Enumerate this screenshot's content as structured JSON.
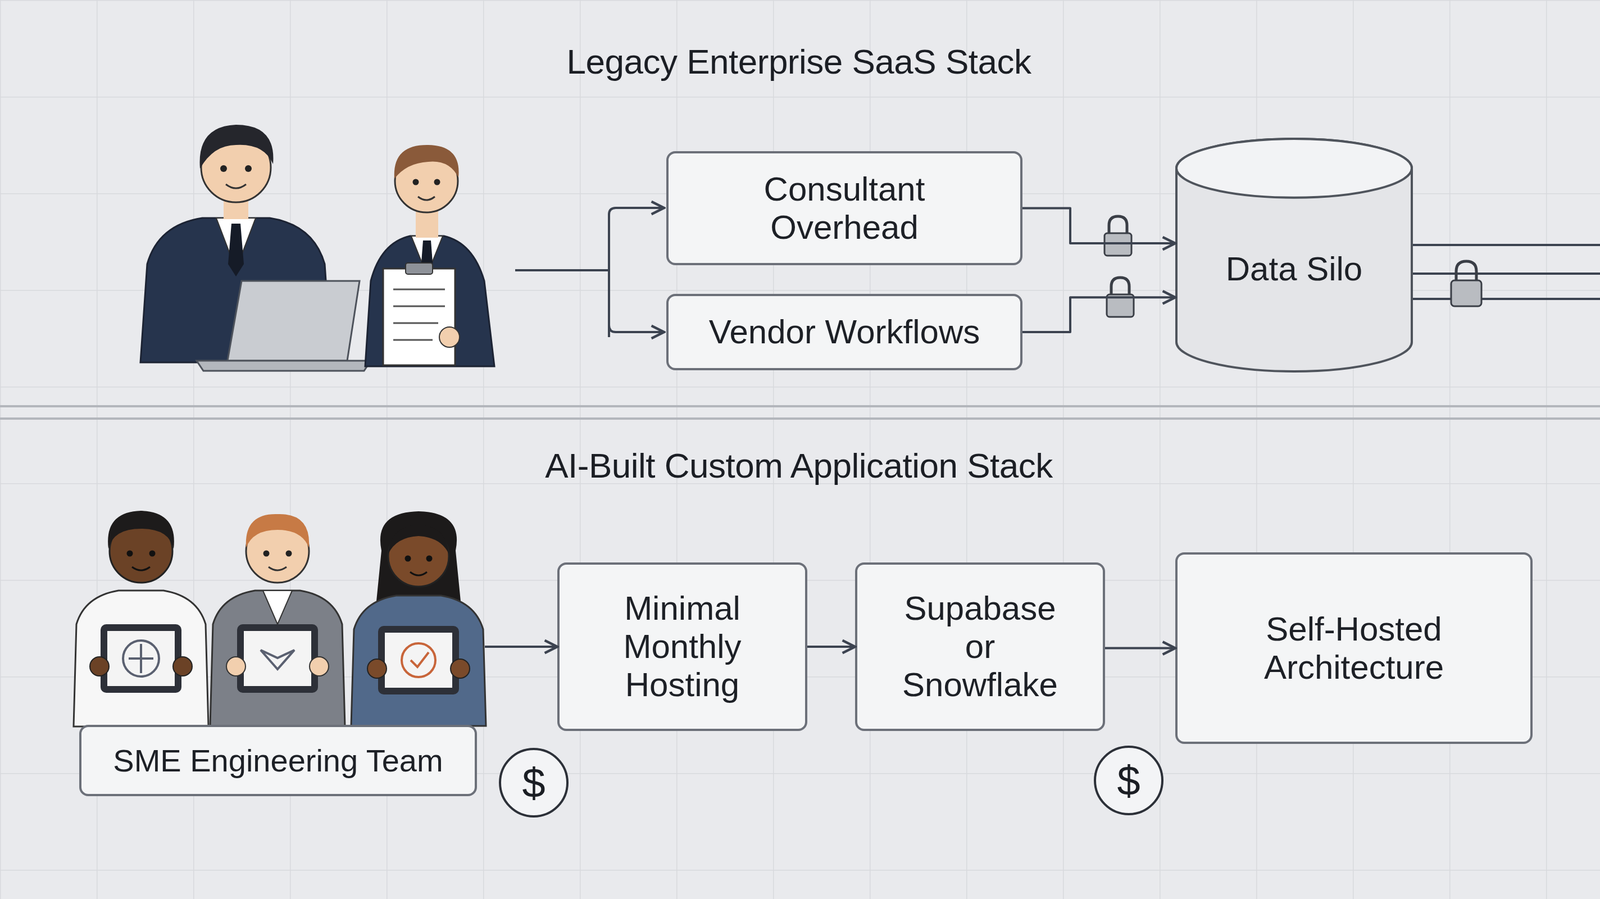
{
  "diagram": {
    "title": "Legacy Enterprise SaaS Stack",
    "nodes": [
      {
        "text": [
          "Consultant Overhead"
        ]
      },
      {
        "text": [
          "Vendor Workflows"
        ]
      },
      {
        "text": [
          "Data Silo"
        ]
      },
      {
        "text": [
          "SME Engineering Team"
        ]
      },
      {
        "text": [
          "Minimal Monthly Hosting"
        ]
      },
      {
        "text": [
          "Supabase or Snowflake"
        ]
      },
      {
        "text": [
          "Self-Hosted Architecture"
        ]
      }
    ],
    "edges": [
      {
        "from": 0,
        "to": 2,
        "arrow": "to"
      },
      {
        "from": 1,
        "to": 2,
        "arrow": "to"
      },
      {
        "from": 3,
        "to": 4,
        "arrow": "to"
      },
      {
        "from": 4,
        "to": 5,
        "arrow": "to"
      },
      {
        "from": 5,
        "to": 6,
        "arrow": "to"
      }
    ],
    "labels": [
      "AI-Built Custom Application Stack",
      "$",
      "$"
    ]
  }
}
